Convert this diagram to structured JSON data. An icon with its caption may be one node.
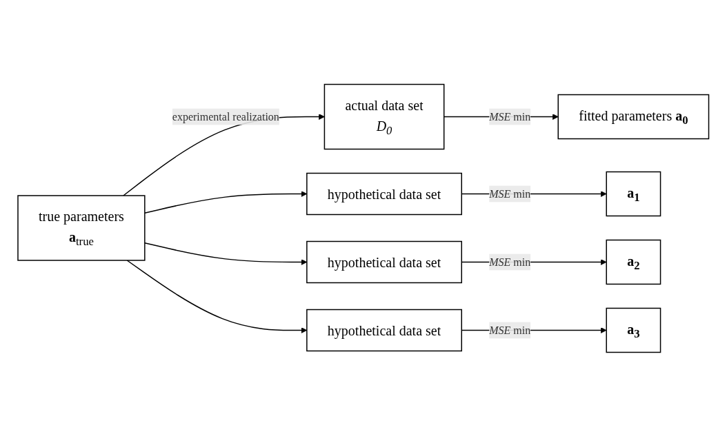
{
  "diagram": {
    "nodes": [
      {
        "text": [
          "true parameters",
          "**a**$_{true}$"
        ]
      },
      {
        "text": [
          "actual data set",
          "*D$_{0}$*"
        ]
      },
      {
        "text": [
          "fitted parameters **a$_{0}$**"
        ]
      },
      {
        "text": [
          "hypothetical data set"
        ]
      },
      {
        "text": [
          "**a$_{1}$**"
        ]
      },
      {
        "text": [
          "hypothetical data set"
        ]
      },
      {
        "text": [
          "**a$_{2}$**"
        ]
      },
      {
        "text": [
          "hypothetical data set"
        ]
      },
      {
        "text": [
          "**a$_{3}$**"
        ]
      }
    ],
    "edges": [
      {
        "from": 0,
        "to": 1,
        "arrow": "to",
        "label": "experimental realization"
      },
      {
        "from": 0,
        "to": 3,
        "arrow": "to"
      },
      {
        "from": 0,
        "to": 5,
        "arrow": "to"
      },
      {
        "from": 0,
        "to": 7,
        "arrow": "to"
      },
      {
        "from": 1,
        "to": 2,
        "arrow": "to",
        "label": "*MSE* min"
      },
      {
        "from": 3,
        "to": 4,
        "arrow": "to",
        "label": "*MSE* min"
      },
      {
        "from": 5,
        "to": 6,
        "arrow": "to",
        "label": "*MSE* min"
      },
      {
        "from": 7,
        "to": 8,
        "arrow": "to",
        "label": "*MSE* min"
      }
    ]
  }
}
